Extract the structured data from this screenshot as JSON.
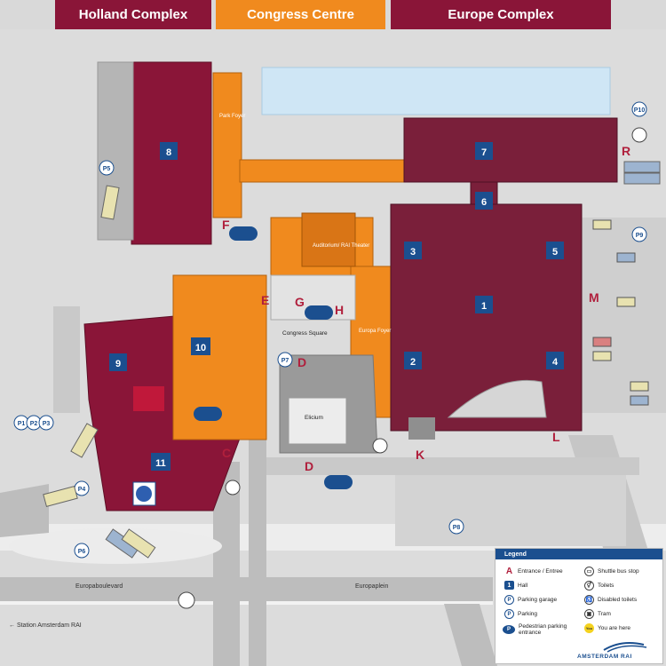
{
  "tabs": [
    {
      "label": "Holland Complex",
      "color": "#8a1538"
    },
    {
      "label": "Congress Centre",
      "color": "#f08a1e"
    },
    {
      "label": "Europe Complex",
      "color": "#8a1538"
    }
  ],
  "halls": [
    {
      "number": "1"
    },
    {
      "number": "2"
    },
    {
      "number": "3"
    },
    {
      "number": "4"
    },
    {
      "number": "5"
    },
    {
      "number": "6"
    },
    {
      "number": "7"
    },
    {
      "number": "8"
    },
    {
      "number": "9"
    },
    {
      "number": "10"
    },
    {
      "number": "11"
    }
  ],
  "areas": {
    "park_foyer": "Park Foyer",
    "auditorium": "Auditorium/ RAI Theater",
    "europa_foyer": "Europa Foyer",
    "congress_square": "Congress Square",
    "elicium": "Elicium"
  },
  "entrances": [
    "C",
    "D",
    "D",
    "E",
    "F",
    "G",
    "H",
    "K",
    "L",
    "M",
    "R"
  ],
  "parking": [
    "P1",
    "P2",
    "P3",
    "P4",
    "P5",
    "P6",
    "P7",
    "P8",
    "P9",
    "P10"
  ],
  "roads": {
    "west": "Europaboulevard",
    "east": "Europaplein",
    "station": "← Station Amsterdam RAI"
  },
  "legend": {
    "title": "Legend",
    "entrance": "Entrance / Entree",
    "hall": "Hall",
    "parking_garage": "Parking garage",
    "parking": "Parking",
    "pedestrian": "Pedestrian parking entrance",
    "shuttle": "Shuttle bus stop",
    "toilets": "Toilets",
    "disabled_toilets": "Disabled toilets",
    "tram": "Tram",
    "you_are_here": "You are here",
    "you_badge": "You"
  },
  "brand": "AMSTERDAM RAI",
  "colors": {
    "holland": "#8a1538",
    "congress": "#f08a1e",
    "europe": "#7a1f3a",
    "water": "#cfe6f5",
    "road": "#bdbdbd",
    "accent_blue": "#1b4f8f"
  }
}
